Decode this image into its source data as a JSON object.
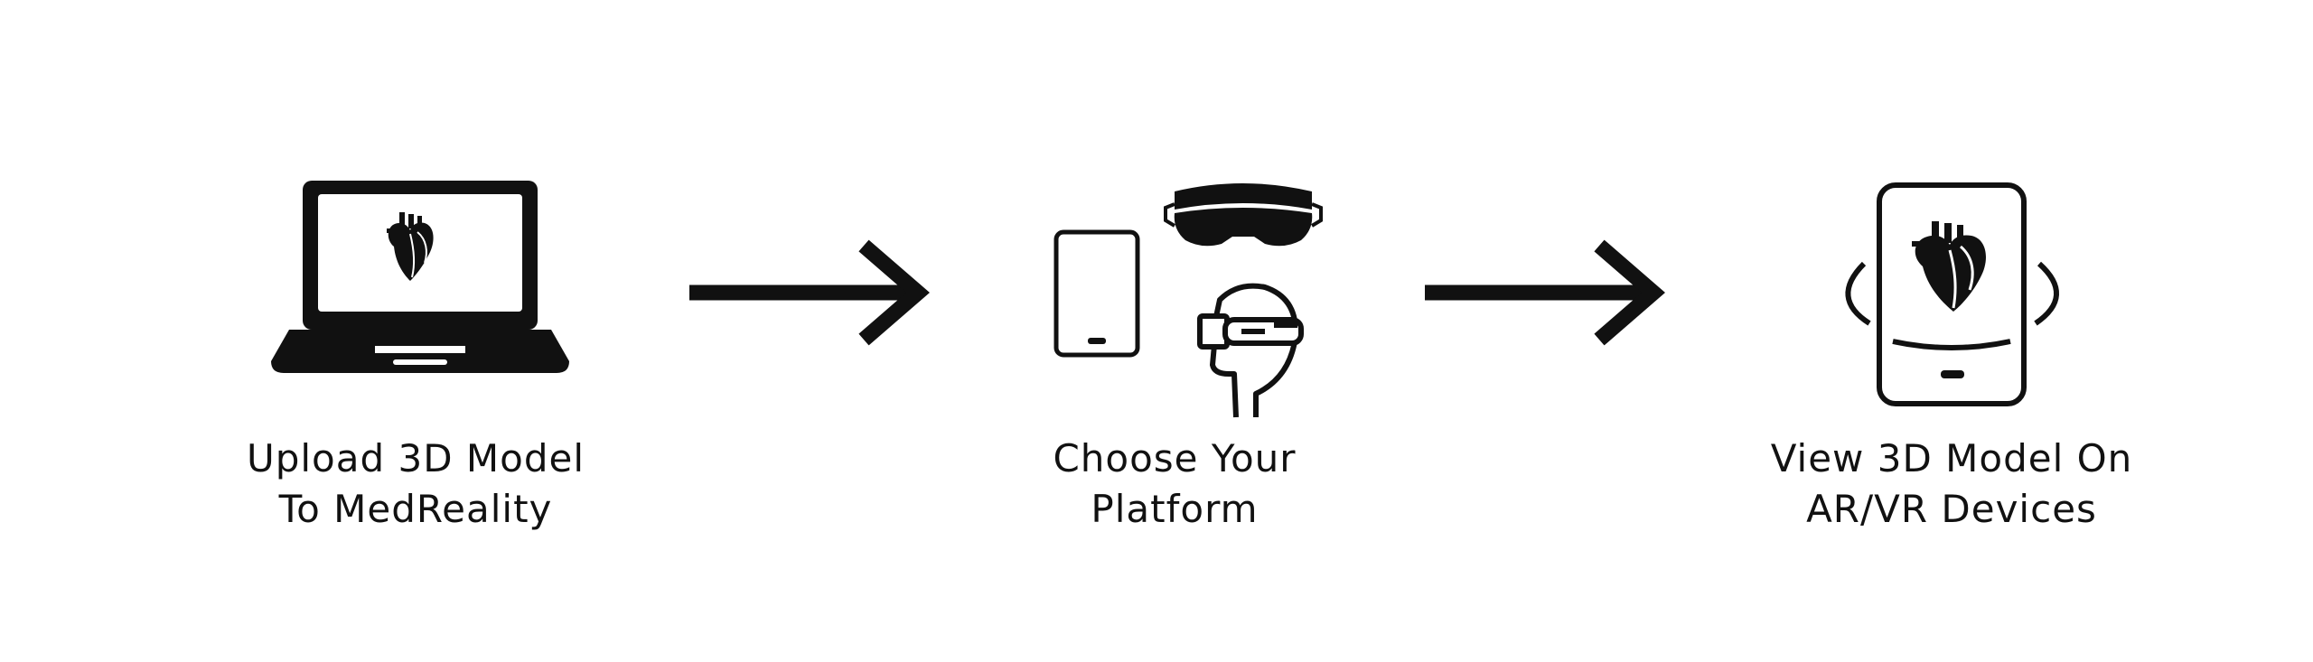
{
  "steps": [
    {
      "line1": "Upload 3D Model",
      "line2": "To MedReality",
      "icon": "laptop-with-heart-icon"
    },
    {
      "line1": "Choose Your",
      "line2": "Platform",
      "icon": "devices-icon"
    },
    {
      "line1": "View 3D Model On",
      "line2": "AR/VR Devices",
      "icon": "phone-with-rotating-heart-icon"
    }
  ],
  "colors": {
    "ink": "#111111",
    "background": "#ffffff"
  }
}
